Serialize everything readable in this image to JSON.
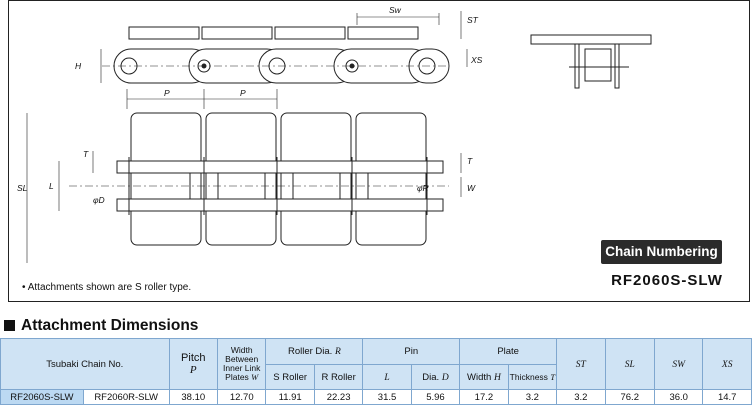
{
  "drawing": {
    "dims": {
      "sw": "Sw",
      "st": "ST",
      "xs": "XS",
      "h": "H",
      "p1": "P",
      "p2": "P",
      "t1": "T",
      "t2": "T",
      "l": "L",
      "sl": "SL",
      "w": "W",
      "d": "φD",
      "r": "φR"
    },
    "note": "• Attachments shown are S roller type."
  },
  "chain_numbering": {
    "title": "Chain Numbering",
    "code": "RF2060S-SLW"
  },
  "section": {
    "title": "Attachment Dimensions"
  },
  "table": {
    "head": {
      "chain_no": "Tsubaki Chain No.",
      "pitch": "Pitch",
      "pitch_sym": "P",
      "width_between": "Width Between Inner Link Plates",
      "width_sym": "W",
      "width_l1": "Width",
      "width_l2": "Between",
      "width_l3": "Inner Link",
      "width_l4": "Plates",
      "roller_dia": "Roller Dia.",
      "roller_sym": "R",
      "pin": "Pin",
      "plate": "Plate",
      "st": "ST",
      "sl": "SL",
      "sw": "SW",
      "xs": "XS",
      "s_roller": "S Roller",
      "r_roller": "R Roller",
      "l": "L",
      "dia_d": "Dia.",
      "dia_sym": "D",
      "width_h": "Width",
      "width_h_sym": "H",
      "thickness_t": "Thickness",
      "thickness_sym": "T"
    },
    "rows": [
      {
        "s_chain": "RF2060S-SLW",
        "r_chain": "RF2060R-SLW",
        "pitch": "38.10",
        "width_w": "12.70",
        "s_roller": "11.91",
        "r_roller": "22.23",
        "pin_l": "31.5",
        "pin_d": "5.96",
        "plate_h": "17.2",
        "plate_t": "3.2",
        "st": "3.2",
        "sl": "76.2",
        "sw": "36.0",
        "xs": "14.7"
      }
    ]
  }
}
